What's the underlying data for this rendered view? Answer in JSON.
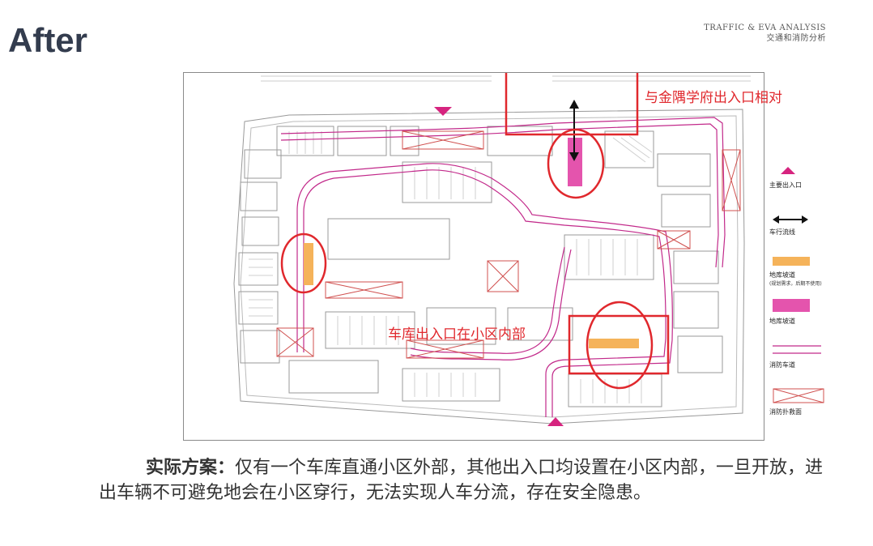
{
  "slide": {
    "title": "After",
    "header_en": "TRAFFIC & EVA ANALYSIS",
    "header_cn": "交通和消防分析"
  },
  "diagram": {
    "annotation_top": "与金隅学府出入口相对",
    "annotation_middle": "车库出入口在小区内部",
    "colors": {
      "highlight_red": "#e0282d",
      "fire_lane": "#c2298a",
      "ramp_orange": "#f5b35a",
      "ramp_magenta": "#e454ad",
      "entrance_marker": "#d6247f"
    }
  },
  "legend": {
    "items": [
      {
        "label": "主要出入口",
        "icon": "entrance-triangle-icon"
      },
      {
        "label": "车行流线",
        "icon": "double-arrow-icon"
      },
      {
        "label": "地库坡道",
        "note": "(规划需求，后期不使用)",
        "icon": "orange-ramp-swatch"
      },
      {
        "label": "地库坡道",
        "icon": "magenta-ramp-swatch"
      },
      {
        "label": "消防车道",
        "icon": "fire-lane-lines"
      },
      {
        "label": "消防扑救面",
        "icon": "rescue-area-box"
      }
    ]
  },
  "caption": {
    "lead": "实际方案：",
    "text": "仅有一个车库直通小区外部，其他出入口均设置在小区内部，一旦开放，进出车辆不可避免地会在小区穿行，无法实现人车分流，存在安全隐患。"
  }
}
